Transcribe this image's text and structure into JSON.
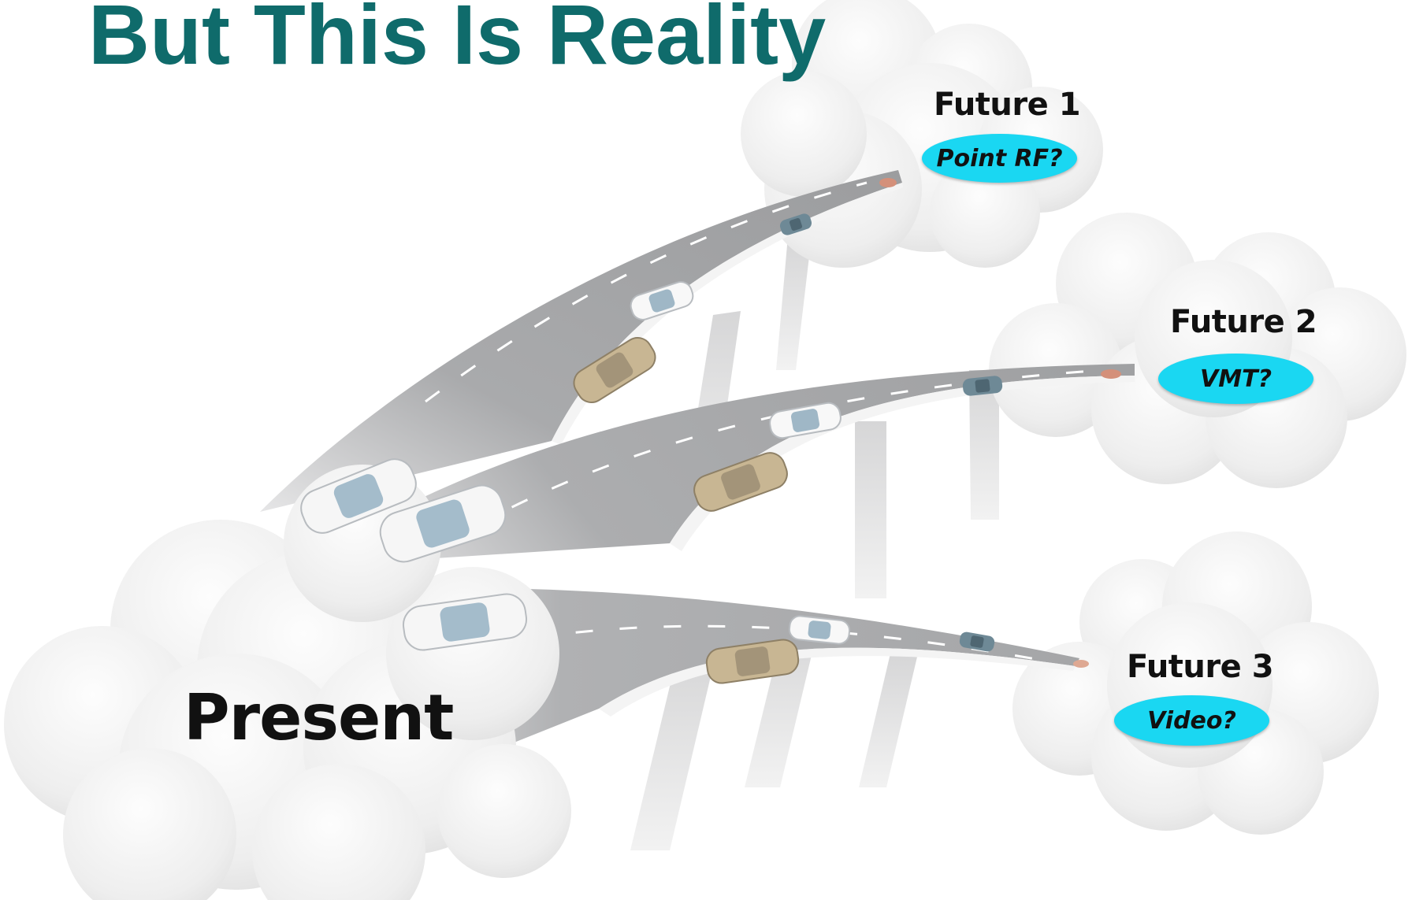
{
  "title": "But This Is Reality",
  "colors": {
    "title": "#0f6b6b",
    "pill": "#1ad7f2",
    "road": "#a7a8aa",
    "cloud": "#efefef"
  },
  "start": {
    "label": "Present"
  },
  "futures": [
    {
      "label": "Future 1",
      "option": "Point RF?"
    },
    {
      "label": "Future 2",
      "option": "VMT?"
    },
    {
      "label": "Future 3",
      "option": "Video?"
    }
  ]
}
